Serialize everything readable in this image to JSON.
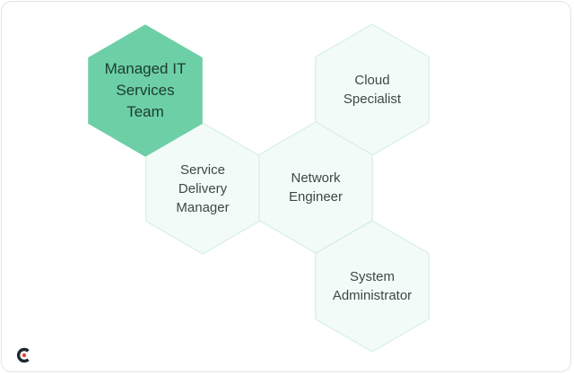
{
  "diagram": {
    "nodes": [
      {
        "id": "team",
        "label": "Managed IT\nServices\nTeam",
        "primary": true
      },
      {
        "id": "sdm",
        "label": "Service\nDelivery\nManager",
        "primary": false
      },
      {
        "id": "net",
        "label": "Network\nEngineer",
        "primary": false
      },
      {
        "id": "cloud",
        "label": "Cloud\nSpecialist",
        "primary": false
      },
      {
        "id": "sys",
        "label": "System\nAdministrator",
        "primary": false
      }
    ],
    "colors": {
      "primary_fill": "#6dcfa6",
      "secondary_fill": "#f3fbf8",
      "secondary_stroke": "#d7efe5"
    }
  },
  "brand": {
    "logo_icon": "brand-c-logo-icon"
  }
}
